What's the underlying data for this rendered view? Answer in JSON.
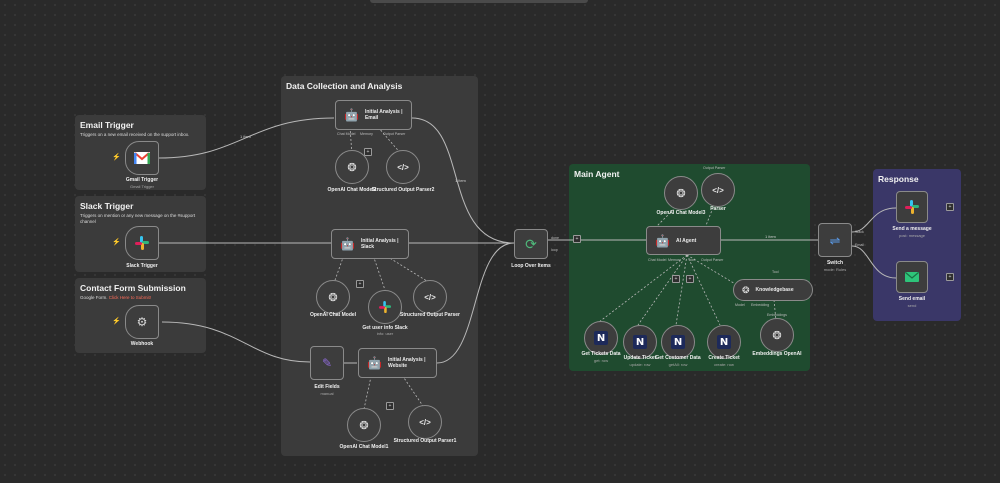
{
  "stickies": {
    "email_trigger": {
      "title": "Email Trigger",
      "desc": "Triggers on a new email received on the support inbox."
    },
    "slack_trigger": {
      "title": "Slack Trigger",
      "desc": "Triggers on mention or any new message on the #support channel"
    },
    "contact_form": {
      "title": "Contact Form Submission",
      "desc_prefix": "Google Form. ",
      "desc_link": "Click Here to Submit!"
    },
    "data_collection": {
      "title": "Data Collection and Analysis"
    },
    "main_agent": {
      "title": "Main Agent"
    },
    "response": {
      "title": "Response"
    }
  },
  "nodes": {
    "gmail_trigger": {
      "label": "Gmail Trigger",
      "sub": "Gmail Trigger"
    },
    "slack_trigger": {
      "label": "Slack Trigger",
      "sub": ""
    },
    "webhook": {
      "label": "Webhook",
      "sub": ""
    },
    "initial_email": {
      "label": "Initial Analysis | Email"
    },
    "initial_slack": {
      "label": "Initial Analysis | Slack"
    },
    "initial_website": {
      "label": "Initial Analysis | Website"
    },
    "edit_fields": {
      "label": "Edit Fields",
      "sub": "manual"
    },
    "openai_model2": {
      "label": "OpenAI Chat Model2"
    },
    "parser2": {
      "label": "Structured Output Parser2"
    },
    "openai_model": {
      "label": "OpenAI Chat Model"
    },
    "get_user_slack": {
      "label": "Get user info Slack",
      "sub": "info: user"
    },
    "parser": {
      "label": "Structured Output Parser"
    },
    "openai_model1": {
      "label": "OpenAI Chat Model1"
    },
    "parser1": {
      "label": "Structured Output Parser1"
    },
    "loop": {
      "label": "Loop Over Items"
    },
    "ai_agent": {
      "label": "AI Agent"
    },
    "openai_model3": {
      "label": "OpenAI Chat Model3"
    },
    "agent_parser": {
      "label": "Parser"
    },
    "knowledgebase": {
      "label": "Knowledgebase"
    },
    "get_tickets": {
      "label": "Get Tickets Data",
      "sub": "get: row"
    },
    "update_ticket": {
      "label": "Update Ticket",
      "sub": "update: row"
    },
    "get_customer": {
      "label": "Get Customer Data",
      "sub": "getAll: row"
    },
    "create_ticket": {
      "label": "Create Ticket",
      "sub": "create: row"
    },
    "embeddings": {
      "label": "Embeddings OpenAI"
    },
    "switch": {
      "label": "Switch",
      "sub": "mode: Rules"
    },
    "send_message": {
      "label": "Send a message",
      "sub": "post: message"
    },
    "send_email": {
      "label": "Send email",
      "sub": "send"
    }
  },
  "ports": {
    "chat_model": "Chat Model",
    "memory": "Memory",
    "output_parser": "Output Parser",
    "tool": "Tool",
    "model": "Model",
    "embedding": "Embedding",
    "embeddings": "Embeddings",
    "done": "done",
    "loop": "loop",
    "slack": "Slack",
    "email": "Email"
  },
  "wire_labels": {
    "one_item": "1 item"
  },
  "icons": {
    "gmail": "gmail-icon",
    "slack": "slack-icon",
    "webhook": "webhook-icon",
    "robot": "robot-icon",
    "openai": "openai-icon",
    "code": "code-icon",
    "pencil": "pencil-icon",
    "loop": "loop-icon",
    "n": "database-n-icon",
    "switch": "switch-icon",
    "mail": "mail-icon",
    "lightning": "lightning-icon"
  },
  "colors": {
    "canvas": "#2a2a2a",
    "sticky_gray": "#3b3b3b",
    "sticky_green": "#1f4b2f",
    "sticky_purple": "#3a3768",
    "accent": "#ff6d5a",
    "node_border": "#8a8a8a"
  }
}
